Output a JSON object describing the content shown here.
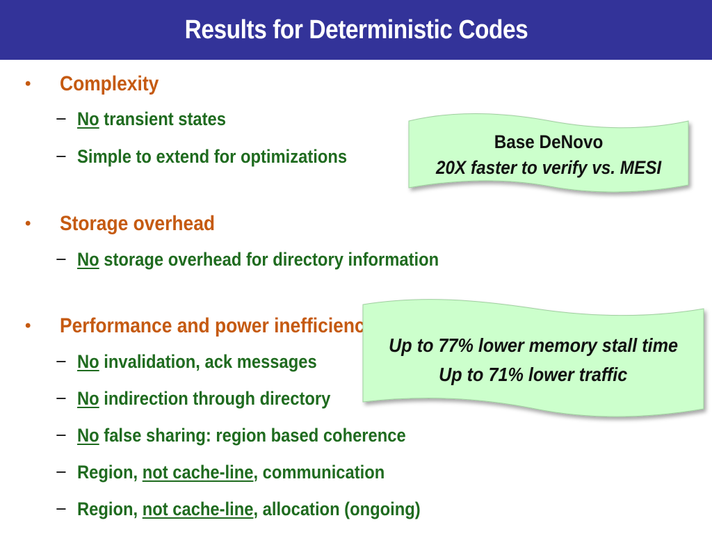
{
  "title": "Results for Deterministic Codes",
  "colors": {
    "title_bg": "#333399",
    "bullet_text": "#c55a11",
    "sub_text": "#1f6b1f",
    "callout_fill": "#ccffcc"
  },
  "bullet_marker": "•",
  "sub_marker": "−",
  "sections": [
    {
      "heading": "Complexity",
      "items": [
        {
          "u": "No",
          "rest": " transient states"
        },
        {
          "pre": "Simple to extend for optimizations"
        }
      ]
    },
    {
      "heading": "Storage overhead",
      "items": [
        {
          "u": "No",
          "rest": " storage overhead for directory information"
        }
      ]
    },
    {
      "heading": "Performance and power inefficiencies",
      "items": [
        {
          "u": "No",
          "rest": " invalidation, ack messages"
        },
        {
          "u": "No",
          "rest": " indirection through directory"
        },
        {
          "u": "No",
          "rest": " false sharing: region based coherence"
        },
        {
          "pre": "Region, ",
          "u": "not cache-line",
          "rest": ", communication"
        },
        {
          "pre": "Region, ",
          "u": "not cache-line",
          "rest": ", allocation (ongoing)"
        }
      ]
    }
  ],
  "callouts": [
    {
      "line1": "Base DeNovo",
      "line2": "20X faster to verify vs. MESI"
    },
    {
      "line1": "Up to 77% lower memory stall time",
      "line2": "Up to 71% lower traffic"
    }
  ]
}
